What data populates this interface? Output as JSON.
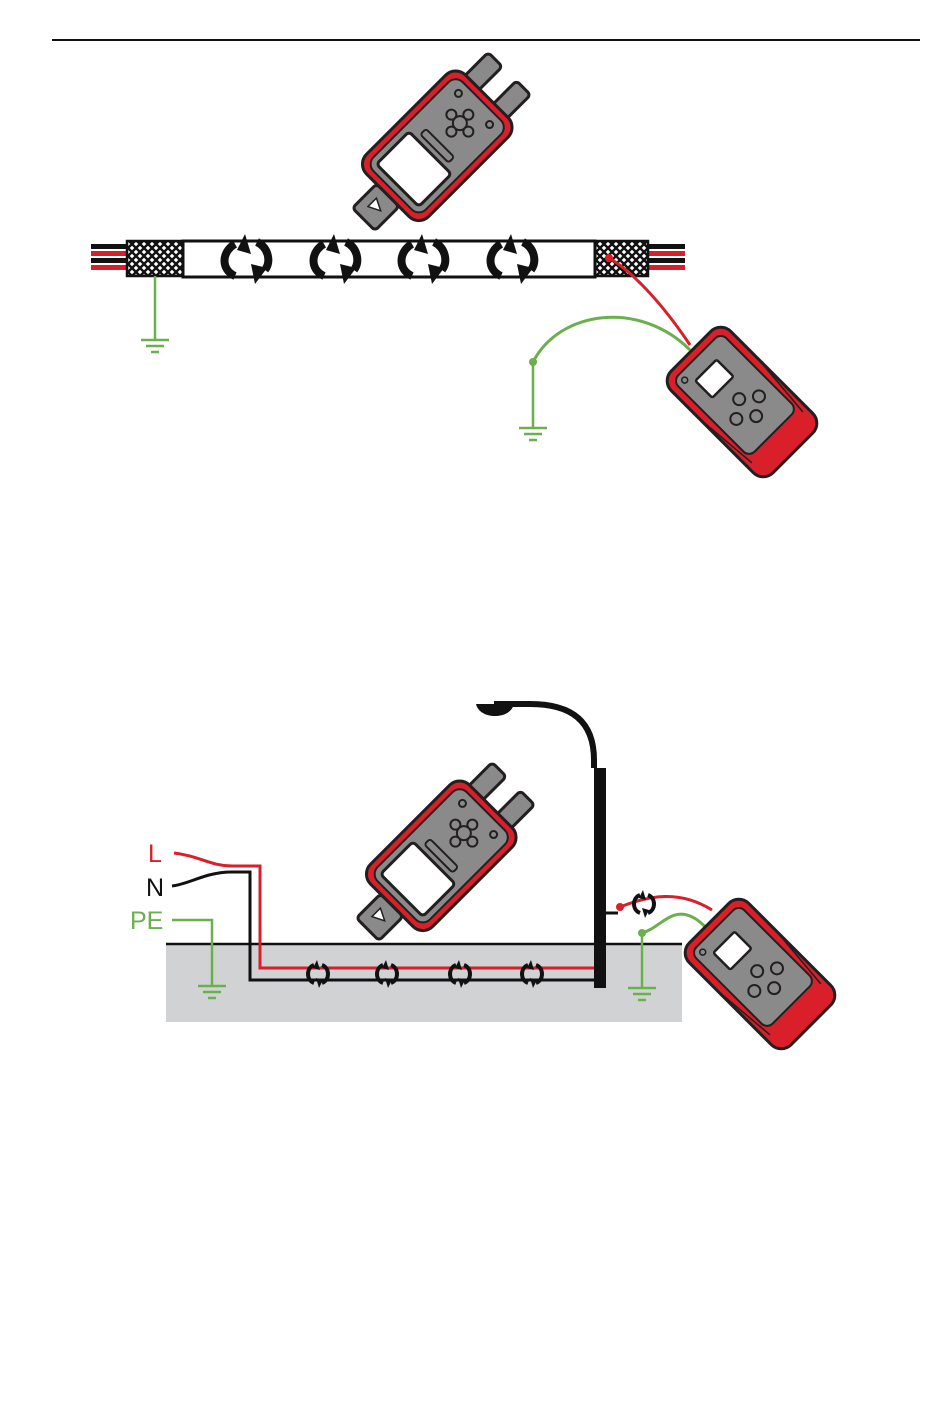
{
  "labels": {
    "line": "L",
    "neutral": "N",
    "protective_earth": "PE"
  },
  "colors": {
    "device_red": "#d81f2a",
    "device_dark": "#231f20",
    "device_panel": "#8a8a8a",
    "earth_green": "#6ab04c",
    "ground_fill": "#d1d2d4",
    "wire_red": "#d81f2a",
    "wire_black": "#111111"
  },
  "icons": {
    "receiver": "cable-locator-receiver-icon",
    "transmitter": "cable-locator-transmitter-icon",
    "earth": "earth-ground-icon",
    "signal": "circular-signal-arrow-icon",
    "lamp": "street-lamp-icon"
  }
}
